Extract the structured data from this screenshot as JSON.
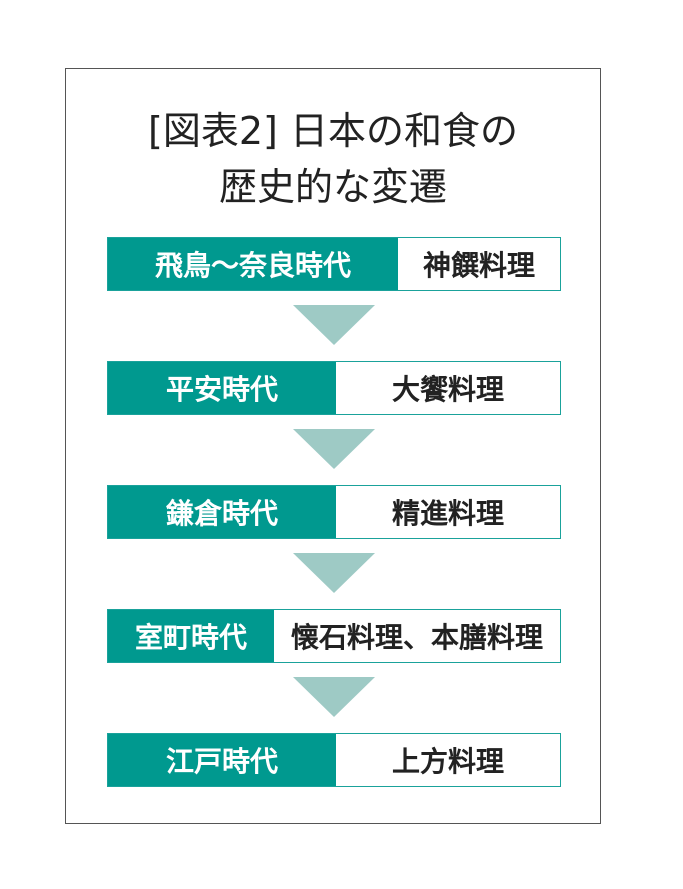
{
  "title": {
    "line1": "[図表2] 日本の和食の",
    "line2": "歴史的な変遷"
  },
  "rows": [
    {
      "era": "飛鳥〜奈良時代",
      "cuisine": "神饌料理"
    },
    {
      "era": "平安時代",
      "cuisine": "大饗料理"
    },
    {
      "era": "鎌倉時代",
      "cuisine": "精進料理"
    },
    {
      "era": "室町時代",
      "cuisine": "懐石料理、本膳料理"
    },
    {
      "era": "江戸時代",
      "cuisine": "上方料理"
    }
  ],
  "colors": {
    "era_bg": "#00998f",
    "arrow": "#9ecac5",
    "border": "#1aa29b"
  }
}
